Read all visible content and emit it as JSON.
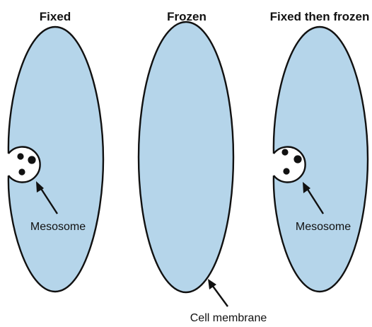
{
  "colors": {
    "cytoplasm": "#b5d5ea",
    "outline": "#111111",
    "mesosome_fill": "#ffffff"
  },
  "panels": [
    {
      "title": "Fixed",
      "shows_mesosome": true,
      "mesosome_label": "Mesosome"
    },
    {
      "title": "Frozen",
      "shows_mesosome": false,
      "membrane_label": "Cell membrane"
    },
    {
      "title": "Fixed then frozen",
      "shows_mesosome": true,
      "mesosome_label": "Mesosome"
    }
  ]
}
